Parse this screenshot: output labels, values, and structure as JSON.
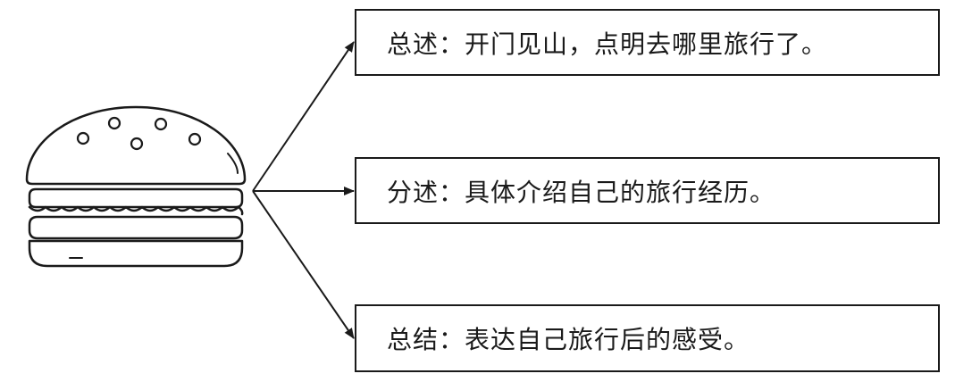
{
  "diagram": {
    "icon": "hamburger-icon",
    "line_color": "#1a1a1a",
    "boxes": [
      {
        "text": "总述：开门见山，点明去哪里旅行了。"
      },
      {
        "text": "分述：具体介绍自己的旅行经历。"
      },
      {
        "text": "总结：表达自己旅行后的感受。"
      }
    ]
  }
}
